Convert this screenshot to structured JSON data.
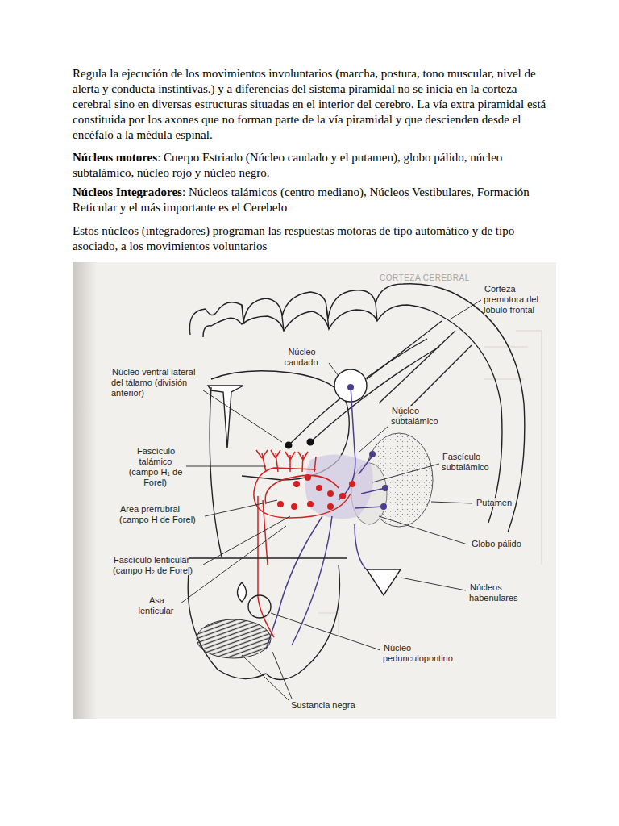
{
  "diagram": {
    "labels": [
      "Regula la ejecución de los movimientos involuntarios (marcha, postura, tono muscular, nivel de alerta y conducta instintivas.) y a diferencias del sistema piramidal no se inicia en la corteza cerebral sino en diversas estructuras situadas en el interior del cerebro. La vía extra piramidal está constituida por los axones que no forman parte de la vía piramidal y que descienden desde el encéfalo a la médula espinal.",
      "Núcleos motores",
      ": Cuerpo Estriado (Núcleo caudado y el putamen), globo pálido, núcleo subtalámico, núcleo rojo y núcleo negro.",
      "Núcleos Integradores",
      ": Núcleos talámicos (centro mediano), Núcleos Vestibulares, Formación Reticular y el más importante es el Cerebelo",
      "Estos núcleos (integradores) programan las respuestas motoras de tipo automático y de tipo asociado, a los movimientos voluntarios",
      "CORTEZA CEREBRAL",
      "Corteza premotora del lóbulo frontal",
      "Núcleo caudado",
      "Núcleo ventral lateral del tálamo (división anterior)",
      "Núcleo subtalámico",
      "Fascículo talámico (campo H₁ de Forel)",
      "Fascículo subtalámico",
      "Putamen",
      "Area prerrubral (campo H de Forel)",
      "Globo pálido",
      "Fascículo lenticular (campo H₂ de Forel)",
      "Núcleos habenulares",
      "Asa lenticular",
      "Núcleo pedunculopontino",
      "Sustancia negra"
    ]
  }
}
